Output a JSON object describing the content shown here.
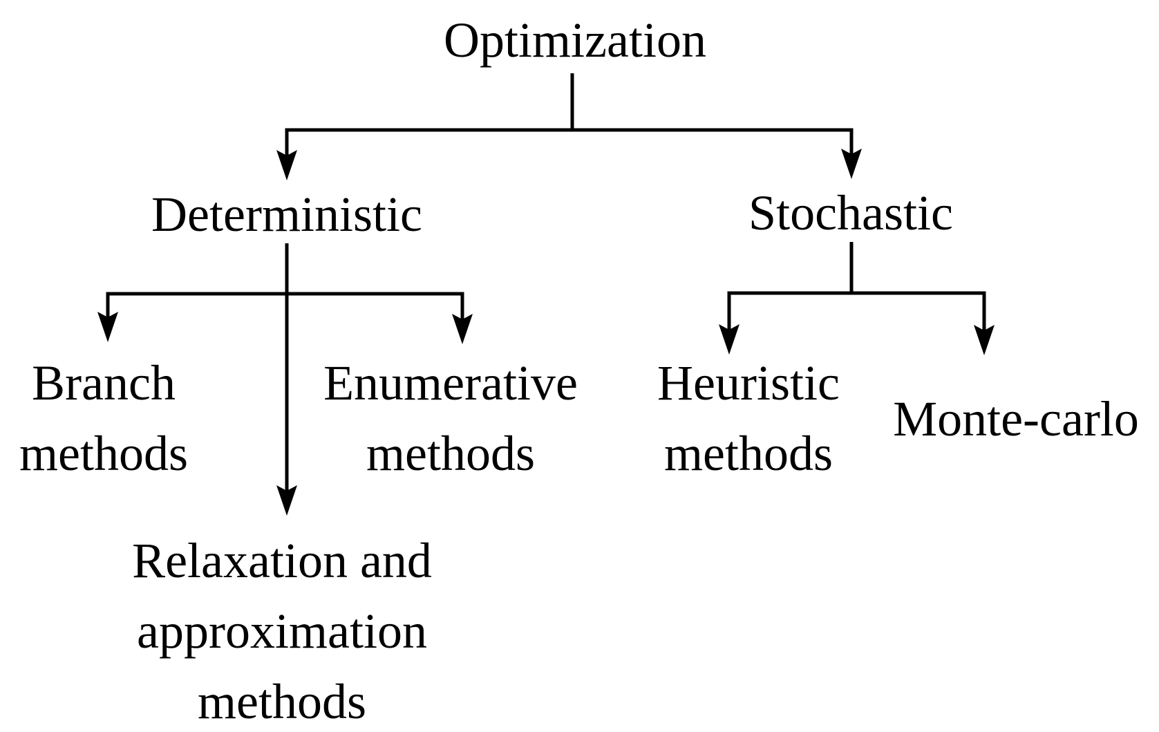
{
  "colors": {
    "background": "#ffffff",
    "text": "#000000",
    "line": "#000000"
  },
  "diagram": {
    "type": "tree",
    "root": "Optimization",
    "nodes": {
      "optimization": {
        "label": "Optimization"
      },
      "deterministic": {
        "label": "Deterministic"
      },
      "stochastic": {
        "label": "Stochastic"
      },
      "branch": {
        "lines": [
          "Branch",
          "methods"
        ]
      },
      "enumerative": {
        "lines": [
          "Enumerative",
          "methods"
        ]
      },
      "relaxation": {
        "lines": [
          "Relaxation and",
          "approximation",
          "methods"
        ]
      },
      "heuristic": {
        "lines": [
          "Heuristic",
          "methods"
        ]
      },
      "montecarlo": {
        "label": "Monte-carlo"
      }
    },
    "edges": [
      {
        "from": "Optimization",
        "to": "Deterministic"
      },
      {
        "from": "Optimization",
        "to": "Stochastic"
      },
      {
        "from": "Deterministic",
        "to": "Branch methods"
      },
      {
        "from": "Deterministic",
        "to": "Enumerative methods"
      },
      {
        "from": "Deterministic",
        "to": "Relaxation and approximation methods"
      },
      {
        "from": "Stochastic",
        "to": "Heuristic methods"
      },
      {
        "from": "Stochastic",
        "to": "Monte-carlo"
      }
    ]
  }
}
